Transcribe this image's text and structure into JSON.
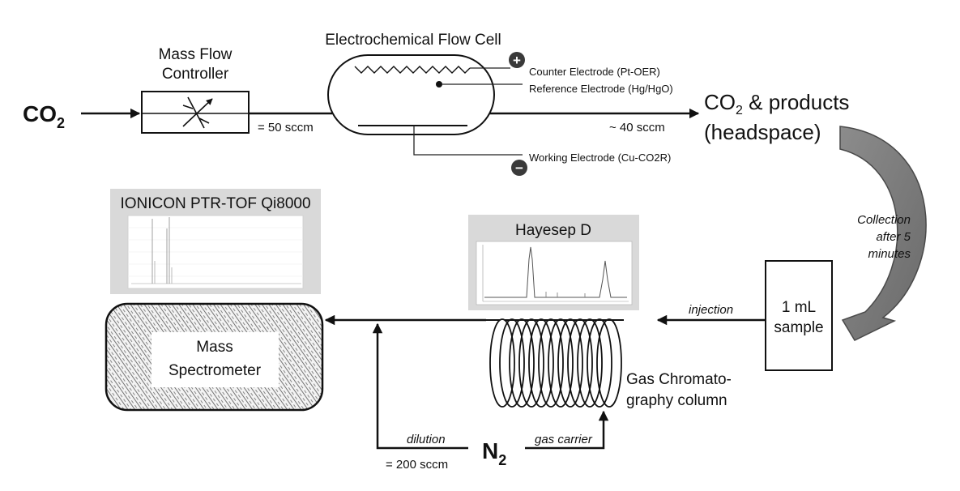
{
  "flow": {
    "co2_inlet": "CO",
    "co2_sub": "2",
    "mfc_line1": "Mass Flow",
    "mfc_line2": "Controller",
    "mfc_flow": "= 50 sccm",
    "cell_title": "Electrochemical Flow Cell",
    "counter_electrode": "Counter Electrode (Pt-OER)",
    "reference_electrode": "Reference Electrode (Hg/HgO)",
    "working_electrode": "Working Electrode (Cu-CO2R)",
    "outlet_flow": "~ 40 sccm",
    "products_co": "CO",
    "products_sub": "2",
    "products_rest": " & products",
    "headspace": "(headspace)",
    "collection_line1": "Collection",
    "collection_line2": "after 5",
    "collection_line3": "minutes",
    "sample_line1": "1 mL",
    "sample_line2": "sample",
    "injection": "injection",
    "gc_line1": "Gas Chromato-",
    "gc_line2": "graphy column",
    "hayesep": "Hayesep D",
    "ptr_title": "IONICON PTR-TOF Qi8000",
    "ms_line1": "Mass",
    "ms_line2": "Spectrometer",
    "dilution": "dilution",
    "dilution_flow": "= 200 sccm",
    "gas_carrier": "gas carrier",
    "n2": "N",
    "n2_sub": "2",
    "plus_symbol": "+",
    "minus_symbol": "−"
  },
  "colors": {
    "inset_background": "#d9d9d9",
    "arrow_fill": "#808080",
    "stroke": "#111111"
  },
  "icons": [
    "variable-valve-icon",
    "plus-terminal-icon",
    "minus-terminal-icon",
    "curved-transfer-arrow-icon",
    "coil-column-icon"
  ]
}
